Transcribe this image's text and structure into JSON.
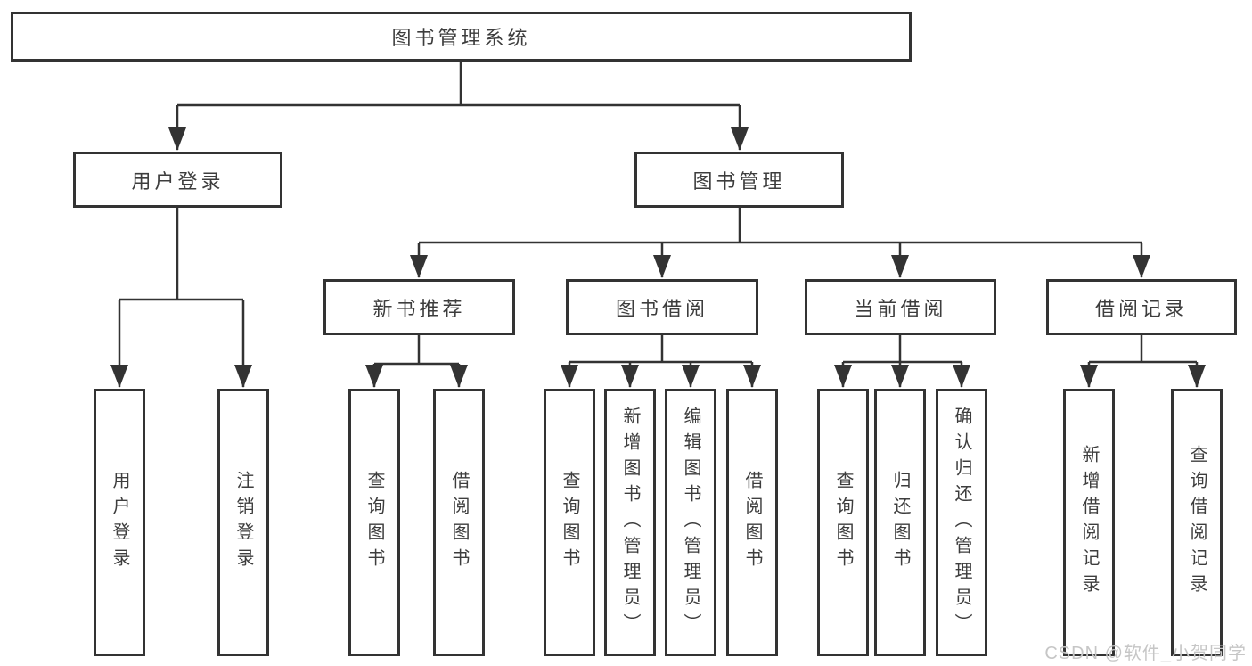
{
  "tree": {
    "root": {
      "label": "图书管理系统"
    },
    "branches": [
      {
        "label": "用户登录",
        "children": [
          "用户登录",
          "注销登录"
        ]
      },
      {
        "label": "图书管理",
        "children": [
          {
            "label": "新书推荐",
            "children": [
              "查询图书",
              "借阅图书"
            ]
          },
          {
            "label": "图书借阅",
            "children": [
              "查询图书",
              "新增图书（管理员）",
              "编辑图书（管理员）",
              "借阅图书"
            ]
          },
          {
            "label": "当前借阅",
            "children": [
              "查询图书",
              "归还图书",
              "确认归还（管理员）"
            ]
          },
          {
            "label": "借阅记录",
            "children": [
              "新增借阅记录",
              "查询借阅记录"
            ]
          }
        ]
      }
    ]
  },
  "watermark": {
    "text": "CSDN @软件_小贺同学"
  },
  "colors": {
    "line": "#333333",
    "box_border": "#333333",
    "text": "#3d3d3d",
    "watermark": "#c6c6c6",
    "background": "#ffffff"
  }
}
